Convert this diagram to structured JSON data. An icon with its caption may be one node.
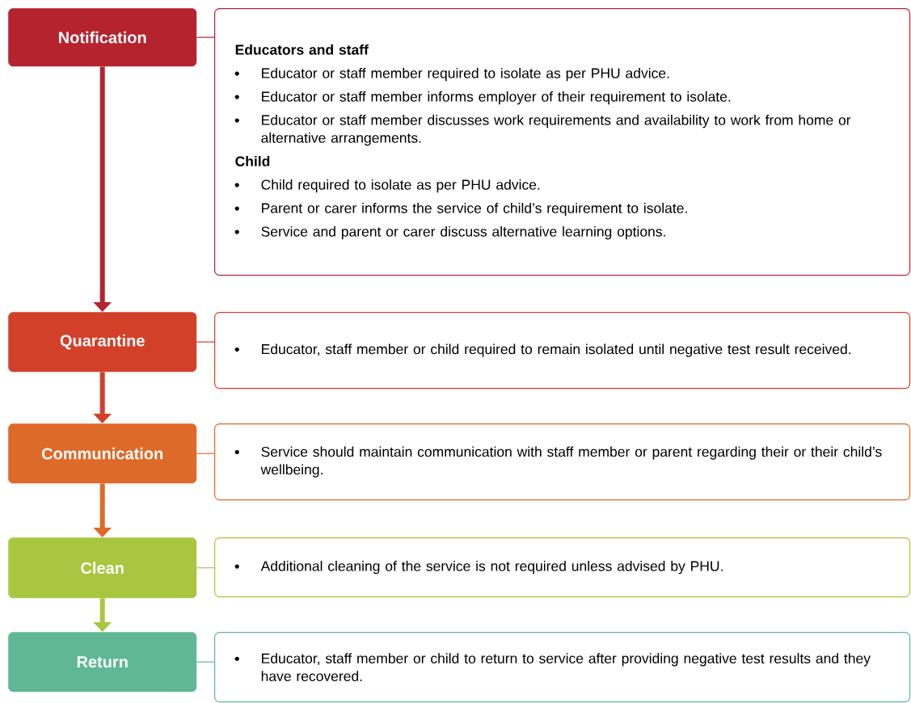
{
  "diagram": {
    "nodes": [
      {
        "text": [
          "Notification"
        ]
      },
      {
        "text": [
          "Educators and staff",
          "Educator or staff member required to isolate as per PHU advice.",
          "Educator or staff member informs employer of their requirement to isolate.",
          "Educator or staff member discusses work requirements and availability to work from home or alternative arrangements.",
          "Child",
          "Child required to isolate as per PHU advice.",
          "Parent or carer informs the service of child’s requirement to isolate.",
          "Service and parent or carer discuss alternative learning options."
        ]
      },
      {
        "text": [
          "Quarantine"
        ]
      },
      {
        "text": [
          "Educator, staff member or child required to remain isolated until negative test result received."
        ]
      },
      {
        "text": [
          "Communication"
        ]
      },
      {
        "text": [
          "Service should maintain communication with staff member or parent regarding their or their child’s wellbeing."
        ]
      },
      {
        "text": [
          "Clean"
        ]
      },
      {
        "text": [
          "Additional cleaning of the service is not required unless advised by PHU."
        ]
      },
      {
        "text": [
          "Return"
        ]
      },
      {
        "text": [
          "Educator, staff member or child to return to service after providing negative test results and they have recovered."
        ]
      }
    ],
    "edges": [
      {
        "from": 0,
        "to": 1,
        "arrow": "none",
        "color": "#b5232f"
      },
      {
        "from": 0,
        "to": 2,
        "arrow": "to",
        "style": "thick",
        "color": "#b5232f"
      },
      {
        "from": 2,
        "to": 3,
        "arrow": "none",
        "color": "#d2402a"
      },
      {
        "from": 2,
        "to": 4,
        "arrow": "to",
        "style": "thick",
        "color": "#d2402a"
      },
      {
        "from": 4,
        "to": 5,
        "arrow": "none",
        "color": "#de6a2a"
      },
      {
        "from": 4,
        "to": 6,
        "arrow": "to",
        "style": "thick",
        "color": "#de6a2a"
      },
      {
        "from": 6,
        "to": 7,
        "arrow": "none",
        "color": "#a8c640"
      },
      {
        "from": 6,
        "to": 8,
        "arrow": "to",
        "style": "thick",
        "color": "#a8c640"
      },
      {
        "from": 8,
        "to": 9,
        "arrow": "none",
        "color": "#5fb893"
      }
    ]
  }
}
